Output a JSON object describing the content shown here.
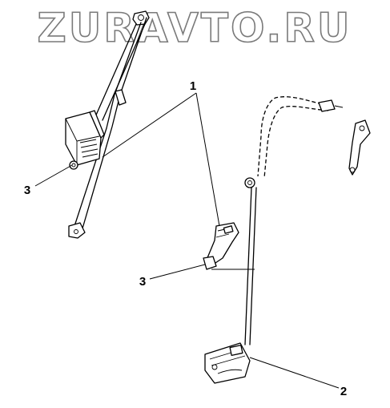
{
  "watermark": {
    "text": "ZURAVTO.RU"
  },
  "callouts": [
    {
      "id": "1",
      "text": "1"
    },
    {
      "id": "2",
      "text": "2"
    },
    {
      "id": "3a",
      "text": "3"
    },
    {
      "id": "3b",
      "text": "3"
    }
  ]
}
